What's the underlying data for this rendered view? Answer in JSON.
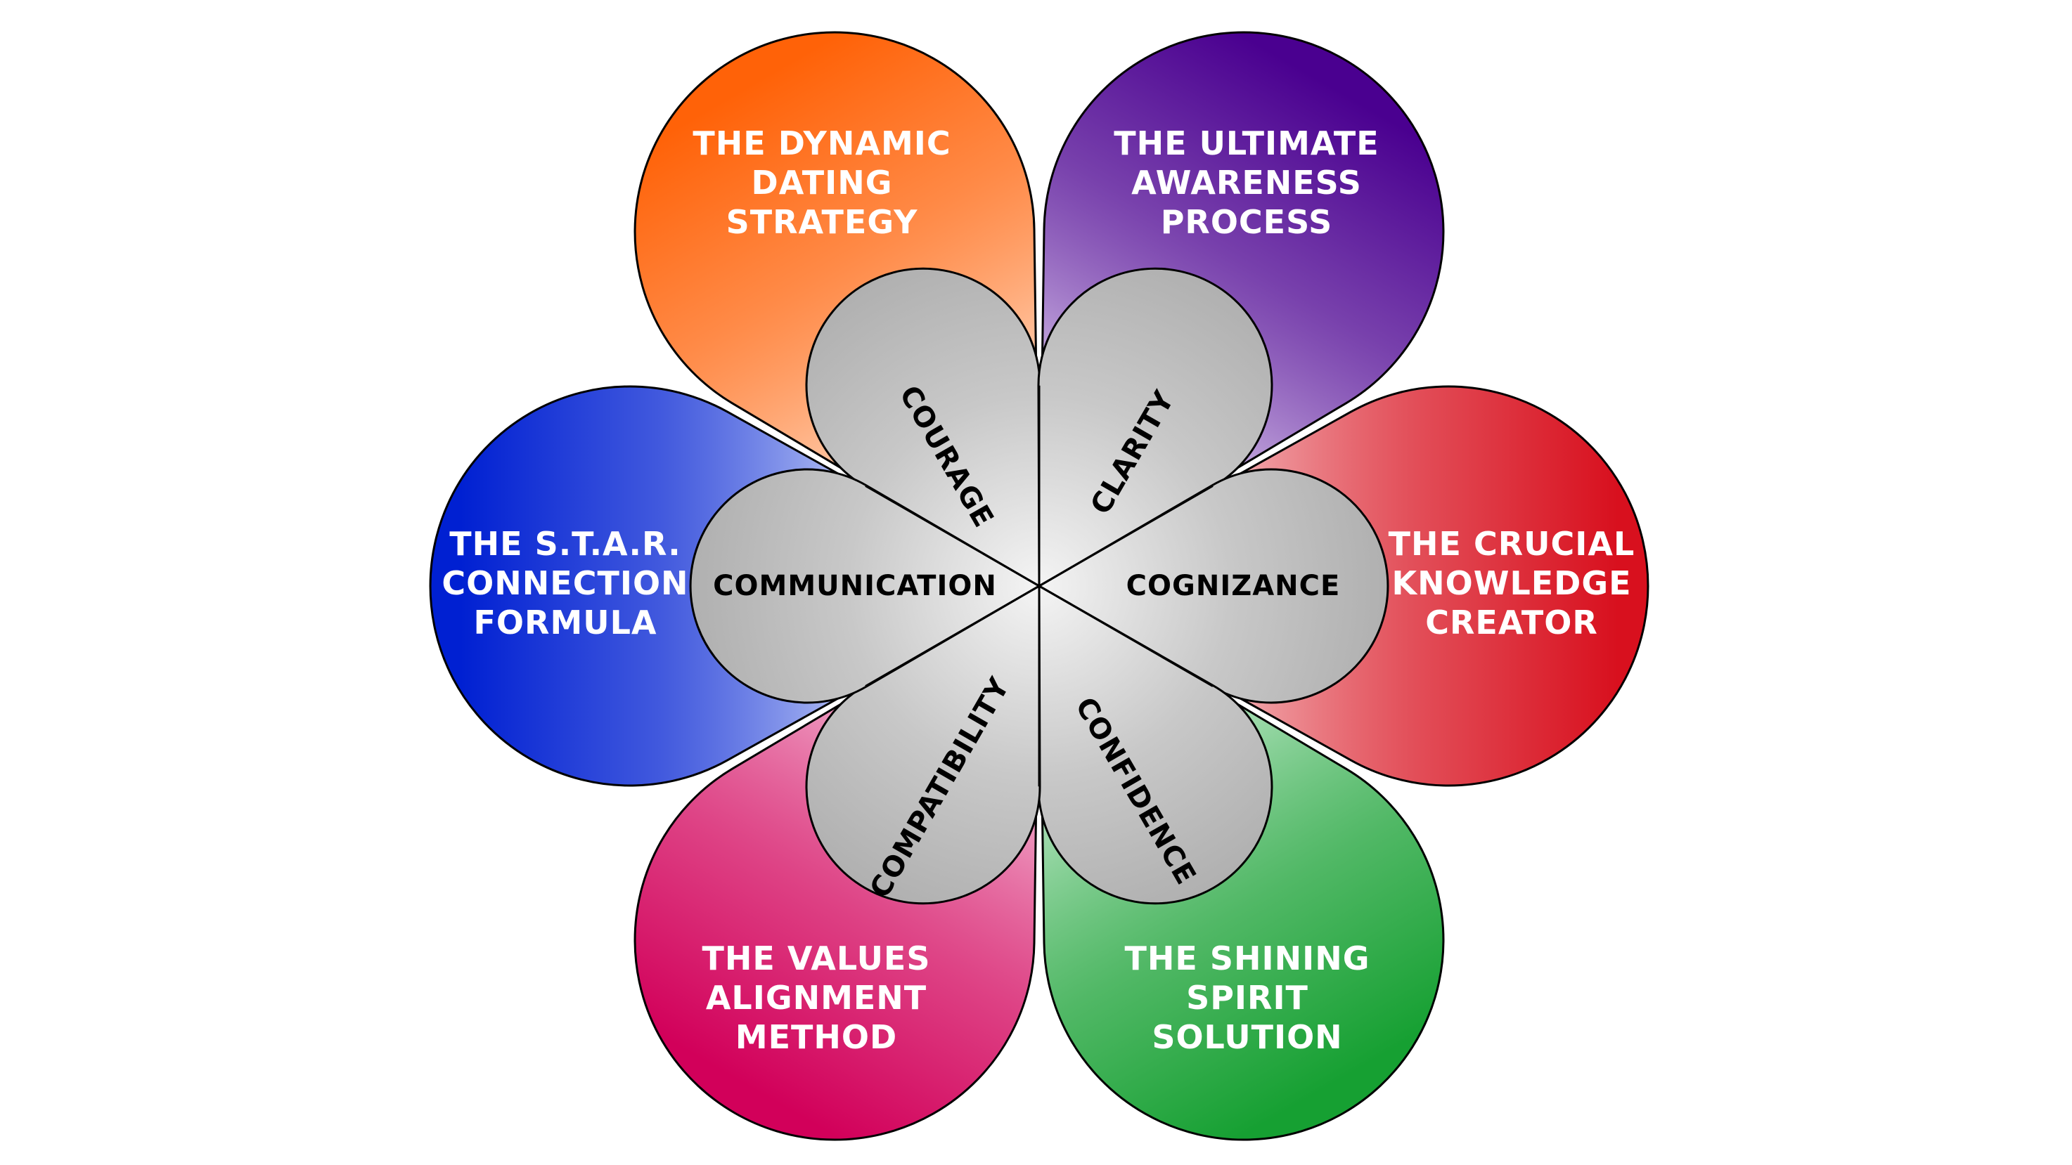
{
  "diagram": {
    "type": "flower-diagram",
    "petals": [
      {
        "id": "courage",
        "direction": "upper-left",
        "program": [
          "THE DYNAMIC",
          "DATING",
          "STRATEGY"
        ],
        "quality": "COURAGE",
        "color_dark": "#ff6208",
        "color_light": "#ffe0cc"
      },
      {
        "id": "clarity",
        "direction": "upper-right",
        "program": [
          "THE ULTIMATE",
          "AWARENESS",
          "PROCESS"
        ],
        "quality": "CLARITY",
        "color_dark": "#4a0090",
        "color_light": "#e2d2f2"
      },
      {
        "id": "cognizance",
        "direction": "right",
        "program": [
          "THE CRUCIAL",
          "KNOWLEDGE",
          "CREATOR"
        ],
        "quality": "COGNIZANCE",
        "color_dark": "#d8101e",
        "color_light": "#f8d0d2"
      },
      {
        "id": "confidence",
        "direction": "lower-right",
        "program": [
          "THE SHINING",
          "SPIRIT",
          "SOLUTION"
        ],
        "quality": "CONFIDENCE",
        "color_dark": "#16a032",
        "color_light": "#d0f0d8"
      },
      {
        "id": "compatibility",
        "direction": "lower-left",
        "program": [
          "THE VALUES",
          "ALIGNMENT",
          "METHOD"
        ],
        "quality": "COMPATIBILITY",
        "color_dark": "#d2005a",
        "color_light": "#f6c4dc"
      },
      {
        "id": "communication",
        "direction": "left",
        "program": [
          "THE S.T.A.R.",
          "CONNECTION",
          "FORMULA"
        ],
        "quality": "COMMUNICATION",
        "color_dark": "#0020d2",
        "color_light": "#d8e0fa"
      }
    ],
    "inner_fill_outer": "#b0b0b0",
    "inner_fill_center": "#f4f4f4",
    "outline_color": "#000000",
    "background": "#ffffff"
  }
}
